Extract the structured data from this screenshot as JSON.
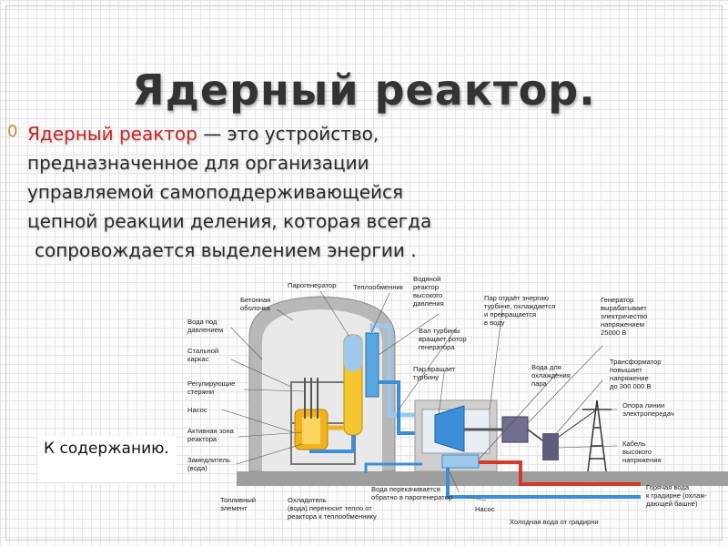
{
  "slide": {
    "title": "Ядерный реактор.",
    "bullet_marker": "0",
    "definition": {
      "term": "Ядерный реактор",
      "line1_rest": " — это  устройство,",
      "line2": "предназначенное  для  организации",
      "line3": "управляемой самоподдерживающейся",
      "line4": "цепной  реакции деления,  которая всегда",
      "line5": "сопровождается выделением  энергии ."
    },
    "link_label": "К содержанию."
  },
  "diagram": {
    "labels": {
      "parogenerator": "Парогенератор",
      "teploobmennik": "Теплообменник",
      "vodyanoy_1": "Водяной",
      "vodyanoy_2": "реактор",
      "vodyanoy_3": "высокого",
      "vodyanoy_4": "давления",
      "betonnaya_1": "Бетонная",
      "betonnaya_2": "оболочка",
      "voda_pod_1": "Вода под",
      "voda_pod_2": "давлением",
      "stalnoy_1": "Стальной",
      "stalnoy_2": "каркас",
      "reg_1": "Регулирующие",
      "reg_2": "стержни",
      "nasos_left": "Насос",
      "aktiv_1": "Активная зона",
      "aktiv_2": "реактора",
      "zamed_1": "Замедлитель",
      "zamed_2": "(вода)",
      "toplivny_1": "Топливный",
      "toplivny_2": "элемент",
      "ohlad_1": "Охладитель",
      "ohlad_2": "(вода) переносит тепло от",
      "ohlad_3": "реактора к теплообменнику",
      "par_otdaet_1": "Пар отдаёт энергию",
      "par_otdaet_2": "турбине, охлаждается",
      "par_otdaet_3": "и превращается",
      "par_otdaet_4": "в воду",
      "val_1": "Вал турбины",
      "val_2": "вращает ротор",
      "val_3": "генератора",
      "par_vrash_1": "Пар вращает",
      "par_vrash_2": "турбину",
      "voda_dlya_1": "Вода для",
      "voda_dlya_2": "охлаждения",
      "voda_dlya_3": "пара",
      "gen_1": "Генератор",
      "gen_2": "вырабатывает",
      "gen_3": "электричество",
      "gen_4": "напряжением",
      "gen_5": "25000 В",
      "trans_1": "Трансформатор",
      "trans_2": "повышает",
      "trans_3": "напряжение",
      "trans_4": "до 300 000 В",
      "opora_1": "Опора линии",
      "opora_2": "электропередач",
      "kabel_1": "Кабель",
      "kabel_2": "высокого",
      "kabel_3": "напряжения",
      "voda_perek_1": "Вода перекачивается",
      "voda_perek_2": "обратно в парогенератор",
      "nasos_bottom": "Насос",
      "goryach_1": "Горячая вода",
      "goryach_2": "к градирне (охлаж-",
      "goryach_3": "дающей башне)",
      "holod": "Холодная вода от градирни"
    }
  },
  "colors": {
    "accent_red": "#c62828",
    "marker_orange": "#d08a3a",
    "text": "#2a2a2a",
    "pipe_blue": "#3b8fd9",
    "pipe_red": "#d23a2a",
    "building": "#bdbdbd",
    "reactor_fire": "#f2b21c"
  }
}
